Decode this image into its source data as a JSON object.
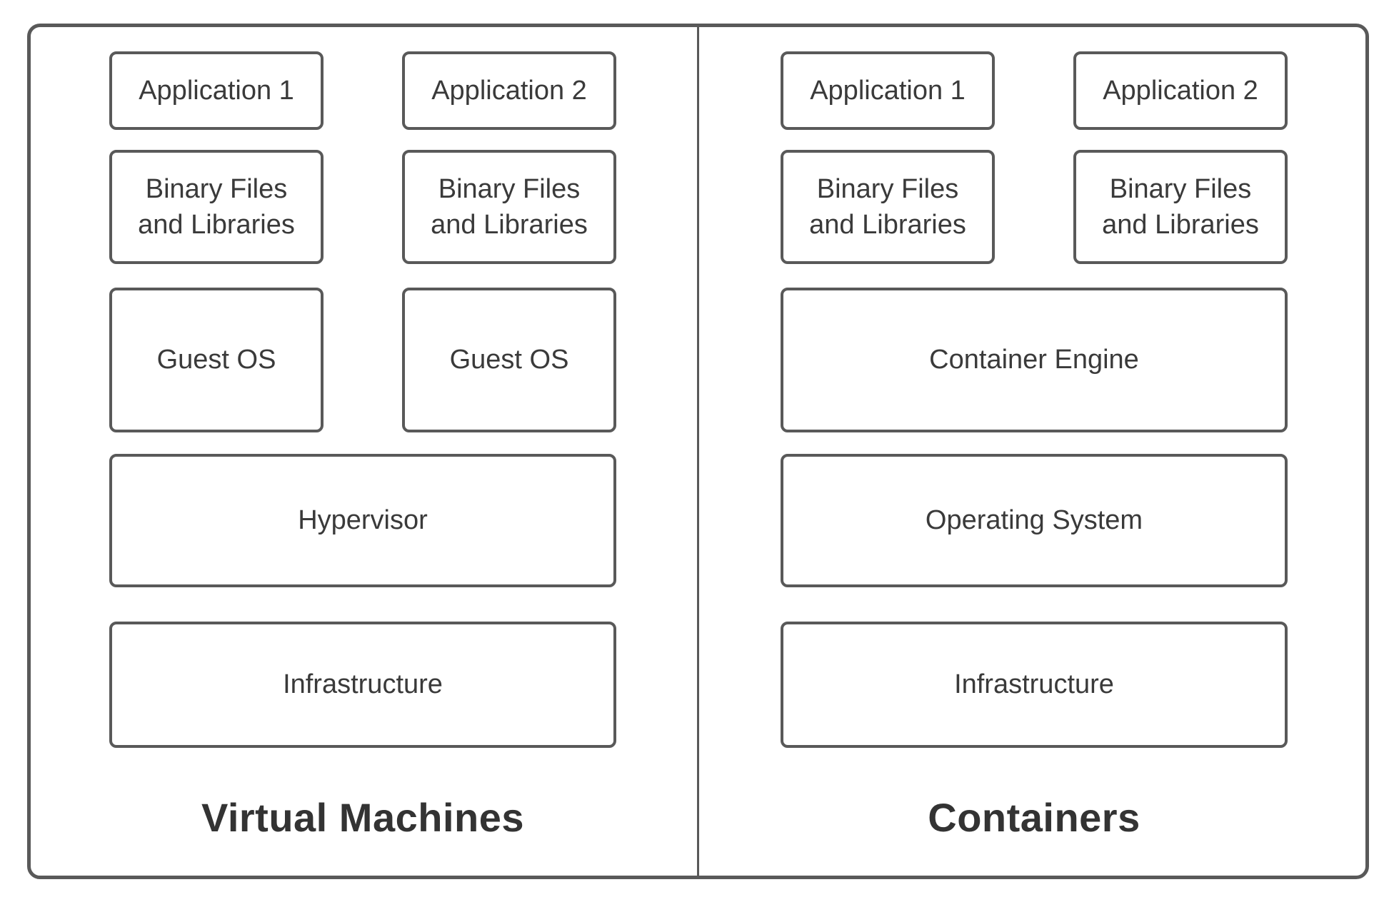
{
  "colors": {
    "background": "#ffffff",
    "border": "#595959",
    "box_text": "#3a3a3a",
    "title_text": "#333333"
  },
  "left_panel": {
    "title": "Virtual Machines",
    "app1": "Application 1",
    "app2": "Application 2",
    "bin1": "Binary Files and Libraries",
    "bin2": "Binary Files and Libraries",
    "guest_os1": "Guest OS",
    "guest_os2": "Guest OS",
    "hypervisor": "Hypervisor",
    "infrastructure": "Infrastructure"
  },
  "right_panel": {
    "title": "Containers",
    "app1": "Application 1",
    "app2": "Application 2",
    "bin1": "Binary Files and Libraries",
    "bin2": "Binary Files and Libraries",
    "container_engine": "Container Engine",
    "operating_system": "Operating System",
    "infrastructure": "Infrastructure"
  }
}
